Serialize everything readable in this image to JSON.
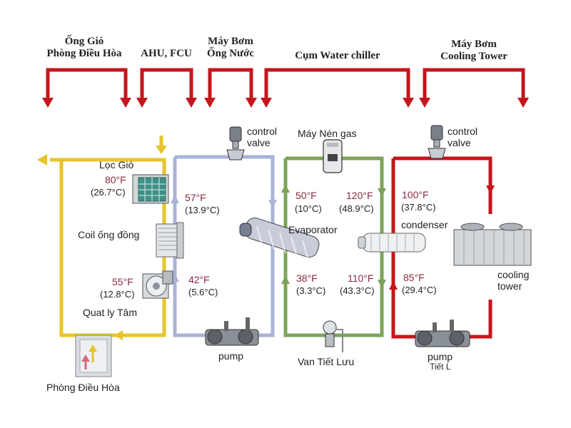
{
  "headers": {
    "duct_line1": "Ống Gió",
    "duct_line2": "Phòng Điều Hòa",
    "ahu": "AHU, FCU",
    "pump_pipe_line1": "Máy Bơm",
    "pump_pipe_line2": "Ống Nước",
    "chiller": "Cụm Water chiller",
    "tower_pump_line1": "Máy Bơm",
    "tower_pump_line2": "Cooling Tower"
  },
  "labels": {
    "filter": "Lọc Gió",
    "coil": "Coil ống đồng",
    "fan": "Quat ly Tâm",
    "room": "Phòng Điều Hòa",
    "control_valve_1_line1": "control",
    "control_valve_1_line2": "valve",
    "control_valve_2_line1": "control",
    "control_valve_2_line2": "valve",
    "compressor": "Máy Nén gas",
    "evaporator": "Evaporator",
    "condenser": "condenser",
    "expansion_valve": "Van Tiết Lưu",
    "pump_left": "pump",
    "pump_right": "pump",
    "pump_right_sub": "Tiết L",
    "cooling_tower_line1": "cooling",
    "cooling_tower_line2": "tower"
  },
  "temperatures": {
    "filter_f": "80°F",
    "filter_c": "(26.7°C)",
    "fan_f": "55°F",
    "fan_c": "(12.8°C)",
    "chw_supply_ret_f": "57°F",
    "chw_supply_ret_c": "(13.9°C)",
    "chw_low_f": "42°F",
    "chw_low_c": "(5.6°C)",
    "evap_out_f": "50°F",
    "evap_out_c": "(10°C)",
    "cond_in_f": "120°F",
    "cond_in_c": "(48.9°C)",
    "evap_in_f": "38°F",
    "evap_in_c": "(3.3°C)",
    "cond_out_f": "110°F",
    "cond_out_c": "(43.3°C)",
    "cw_hot_f": "100°F",
    "cw_hot_c": "(37.8°C)",
    "cw_cool_f": "85°F",
    "cw_cool_c": "(29.4°C)"
  },
  "colors": {
    "red_arrow": "#c4161c",
    "air_loop": "#e8c42a",
    "chw_loop": "#a9b3d6",
    "refrigerant_loop": "#7da35a",
    "cw_loop": "#c4161c",
    "temp_text": "#8a2a3e"
  }
}
